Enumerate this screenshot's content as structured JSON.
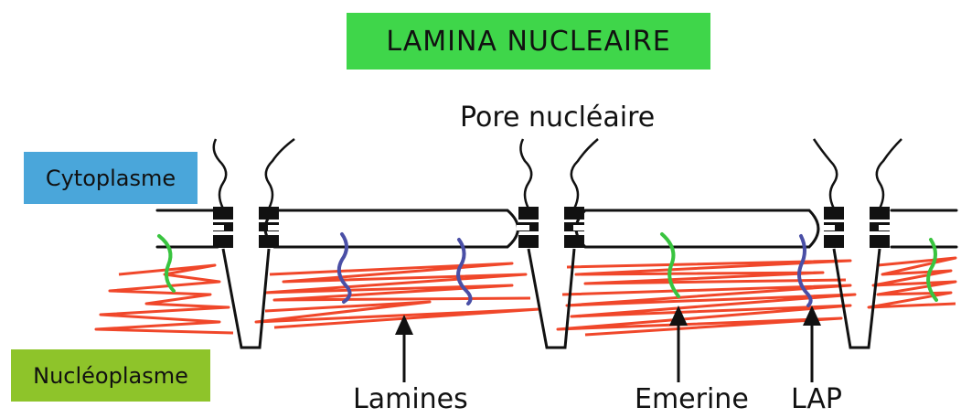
{
  "title": "LAMINA NUCLEAIRE",
  "regions": {
    "cytoplasm": "Cytoplasme",
    "nucleoplasm": "Nucléoplasme"
  },
  "labels": {
    "pore": "Pore nucléaire",
    "lamines": "Lamines",
    "emerine": "Emerine",
    "lap": "LAP"
  },
  "colors": {
    "title_bg": "#3fd64a",
    "cytoplasm_bg": "#4aa6da",
    "nucleoplasm_bg": "#8ec42a",
    "lamina": "#f0472a",
    "emerine": "#39c43f",
    "lap": "#4a4fa6",
    "membrane": "#111111"
  }
}
